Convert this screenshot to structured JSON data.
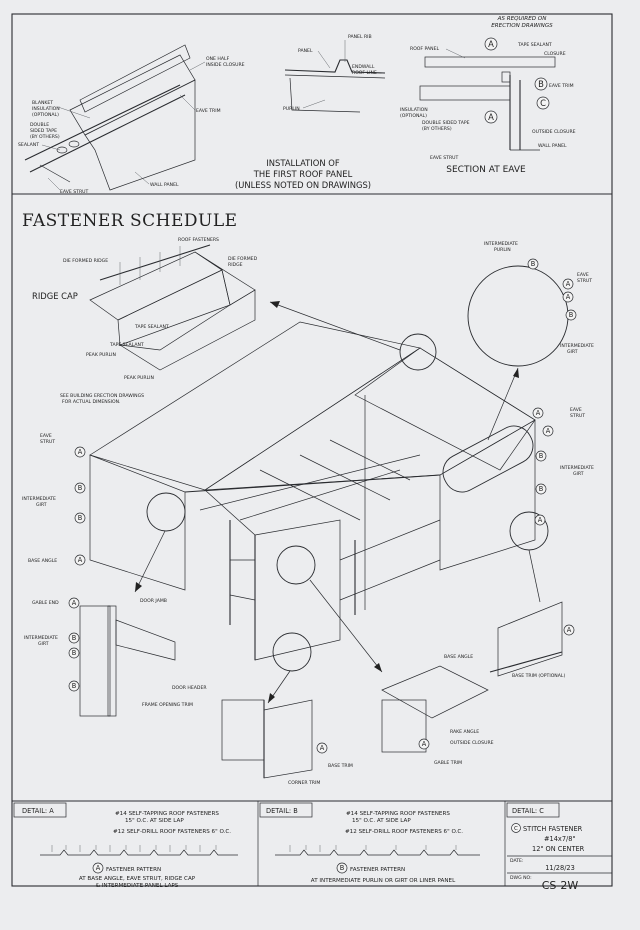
{
  "installation": {
    "caption": [
      "INSTALLATION OF",
      "THE FIRST ROOF PANEL",
      "(UNLESS NOTED ON DRAWINGS)"
    ],
    "labels": {
      "one_half_closure": [
        "ONE HALF",
        "INSIDE CLOSURE"
      ],
      "blanket": [
        "BLANKET",
        "INSULATION",
        "(OPTIONAL)"
      ],
      "double_tape": [
        "DOUBLE",
        "SIDED TAPE",
        "(BY OTHERS)"
      ],
      "sealant": "SEALANT",
      "eave_trim": "EAVE TRIM",
      "wall_panel": "WALL PANEL",
      "eave_strut": "EAVE STRUT"
    }
  },
  "panel_detail": {
    "panel": "PANEL",
    "panel_rib": "PANEL RIB",
    "endwall": [
      "ENDWALL",
      "ROOF LINE"
    ],
    "purlin": "PURLIN"
  },
  "section_eave": {
    "caption": "SECTION AT EAVE",
    "as_required": [
      "AS REQUIRED ON",
      "ERECTION DRAWINGS"
    ],
    "roof_panel": "ROOF PANEL",
    "tape_sealant": "TAPE SEALANT",
    "closure": "CLOSURE",
    "eave_trim": "EAVE TRIM",
    "insulation": [
      "INSULATION",
      "(OPTIONAL)"
    ],
    "double_tape": [
      "DOUBLE SIDED TAPE",
      "(BY OTHERS)"
    ],
    "outside_closure": "OUTSIDE CLOSURE",
    "wall_panel": "WALL PANEL",
    "eave_strut": "EAVE STRUT",
    "bubbles": [
      "A",
      "B",
      "C",
      "A"
    ]
  },
  "schedule": {
    "title": "FASTENER SCHEDULE",
    "ridge_cap": {
      "title": "RIDGE CAP",
      "roof_fasteners": "ROOF FASTENERS",
      "die_formed_ridge_l": "DIE FORMED RIDGE",
      "die_formed_ridge_r": [
        "DIE FORMED",
        "RIDGE"
      ],
      "tape_sealant_1": "TAPE SEALANT",
      "tape_sealant_2": "TAPE SEALANT",
      "peak_purlin_1": "PEAK PURLIN",
      "peak_purlin_2": "PEAK PURLIN",
      "note": [
        "SEE BUILDING ERECTION DRAWINGS",
        "FOR ACTUAL DIMENSION."
      ]
    },
    "callouts": {
      "intermediate_purlin": [
        "INTERMEDIATE",
        "PURLIN"
      ],
      "eave_strut_top": [
        "EAVE",
        "STRUT"
      ],
      "intermediate_girt_top": [
        "INTERMEDIATE",
        "GIRT"
      ],
      "eave_strut_mid": [
        "EAVE",
        "STRUT"
      ],
      "intermediate_girt_right": [
        "INTERMEDIATE",
        "GIRT"
      ],
      "eave_strut_left": [
        "EAVE",
        "STRUT"
      ],
      "intermediate_girt_left": [
        "INTERMEDIATE",
        "GIRT"
      ],
      "base_angle_left": "BASE ANGLE",
      "gable_end": "GABLE END",
      "door_jamb": "DOOR JAMB",
      "intermediate_girt_door": [
        "INTERMEDIATE",
        "GIRT"
      ],
      "door_header": "DOOR HEADER",
      "frame_opening_trim": "FRAME OPENING TRIM",
      "base_trim": "BASE TRIM",
      "corner_trim": "CORNER TRIM",
      "rake_angle": "RAKE ANGLE",
      "outside_closure": "OUTSIDE CLOSURE",
      "gable_trim": "GABLE TRIM",
      "base_angle_right": "BASE ANGLE",
      "base_trim_optional": "BASE TRIM (OPTIONAL)"
    }
  },
  "details": {
    "a": {
      "header": "DETAIL: A",
      "line1": [
        "#14 SELF-TAPPING ROOF FASTENERS",
        "15\" O.C. AT SIDE LAP"
      ],
      "line2": "#12 SELF-DRILL ROOF FASTENERS 6\" O.C.",
      "bubble": "A",
      "pattern": "FASTENER PATTERN",
      "desc": [
        "AT BASE ANGLE, EAVE STRUT, RIDGE CAP",
        "& INTERMEDIATE PANEL LAPS"
      ]
    },
    "b": {
      "header": "DETAIL: B",
      "line1": [
        "#14 SELF-TAPPING ROOF FASTENERS",
        "15\" O.C. AT SIDE LAP"
      ],
      "line2": "#12 SELF-DRILL ROOF FASTENERS 6\" O.C.",
      "bubble": "B",
      "pattern": "FASTENER PATTERN",
      "desc": "AT INTERMEDIATE PURLIN OR GIRT OR LINER PANEL"
    },
    "c": {
      "header": "DETAIL: C",
      "bubble": "C",
      "line1": "STITCH FASTENER",
      "line2": "#14x7/8\"",
      "line3": "12\" ON CENTER"
    }
  },
  "title_block": {
    "date_label": "DATE:",
    "date": "11/28/23",
    "dwg_label": "DWG NO:",
    "dwg_no": "CS-2W"
  }
}
